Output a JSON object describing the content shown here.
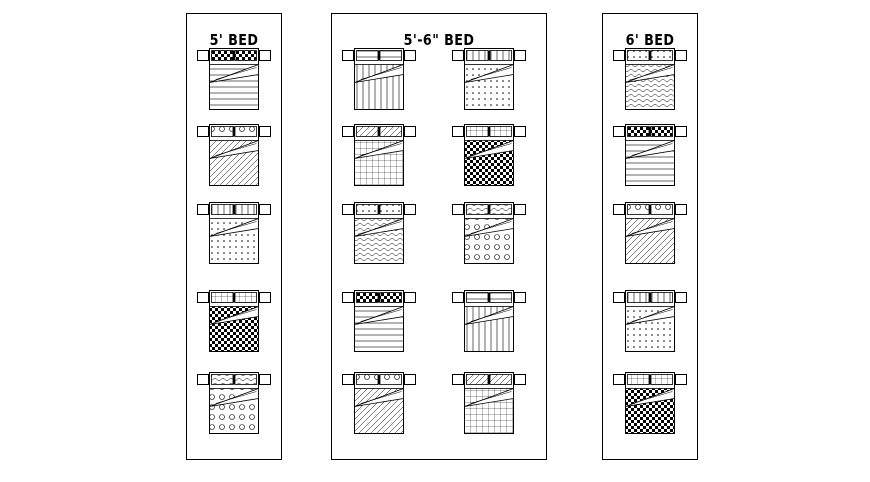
{
  "panels": [
    {
      "id": "5ft",
      "title": "5' BED",
      "bed_count": 5,
      "columns": 1
    },
    {
      "id": "5ft6in",
      "title": "5'-6\" BED",
      "bed_count": 10,
      "columns": 2
    },
    {
      "id": "6ft",
      "title": "6' BED",
      "bed_count": 5,
      "columns": 1
    }
  ],
  "patterns": [
    "horizontal-lines",
    "diagonal-lines",
    "dots",
    "checker",
    "circles",
    "vertical-lines",
    "grid",
    "waves"
  ],
  "colors": {
    "line": "#000000",
    "background": "#ffffff"
  }
}
